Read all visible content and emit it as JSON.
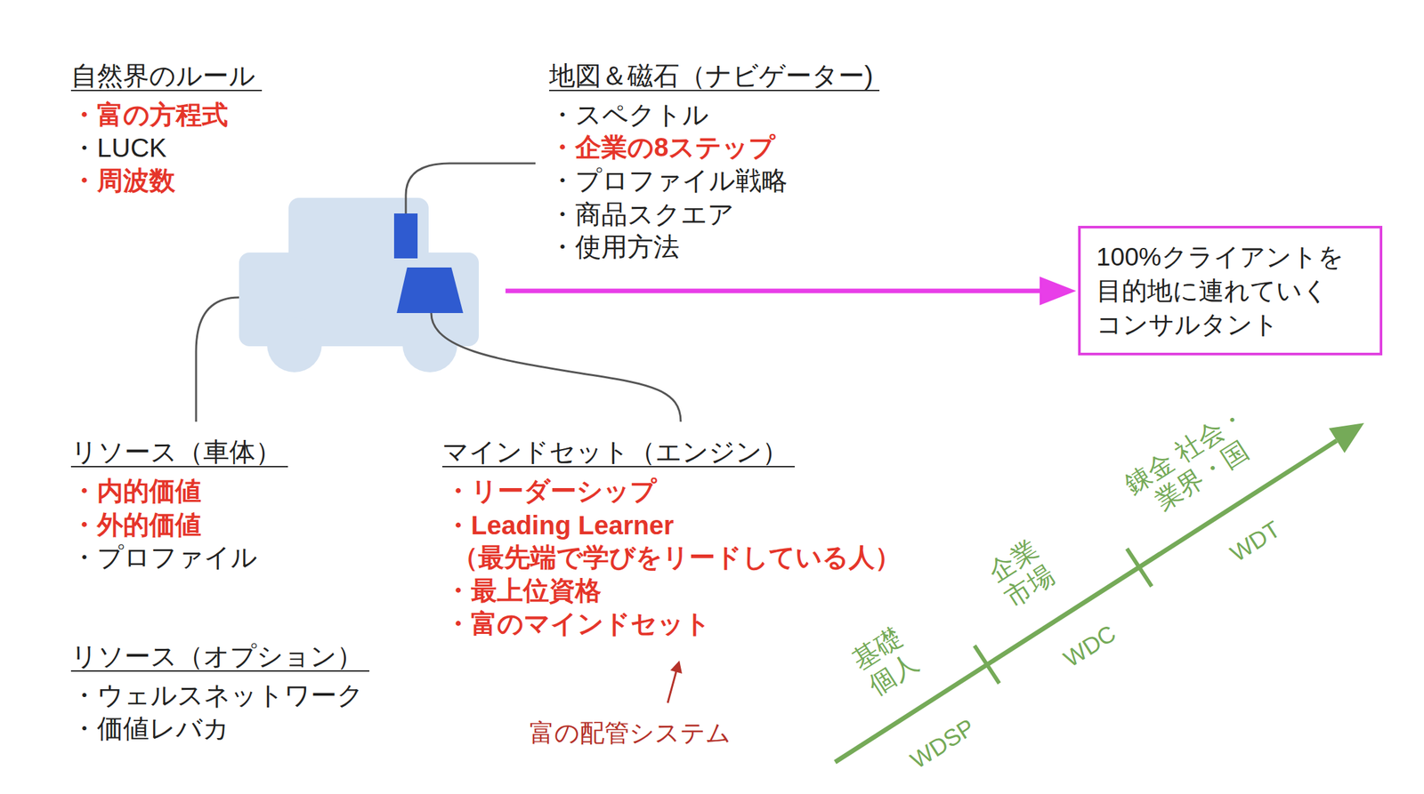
{
  "diagram": {
    "nodes": [
      {
        "text": [
          "100%クライアントを 目的地に連れていく コンサルタント"
        ]
      }
    ],
    "labels": [
      "自然界のルール",
      "・富の方程式",
      "・LUCK",
      "・周波数",
      "地図＆磁石（ナビゲーター)",
      "・スペクトル",
      "・企業の8ステップ",
      "・プロファイル戦略",
      "・商品スクエア",
      "・使用方法",
      "リソース（車体）",
      "・内的価値",
      "・外的価値",
      "・プロファイル",
      "マインドセット（エンジン）",
      "・リーダーシップ",
      "・Leading Learner",
      "（最先端で学びをリードしている人）",
      "・最上位資格",
      "・富のマインドセット",
      "リソース（オプション）",
      "・ウェルスネットワーク",
      "・価値レバカ",
      "富の配管システム",
      "基礎 個人",
      "企業 市場",
      "錬金 社会・業界・国",
      "WDSP",
      "WDC",
      "WDT"
    ]
  }
}
